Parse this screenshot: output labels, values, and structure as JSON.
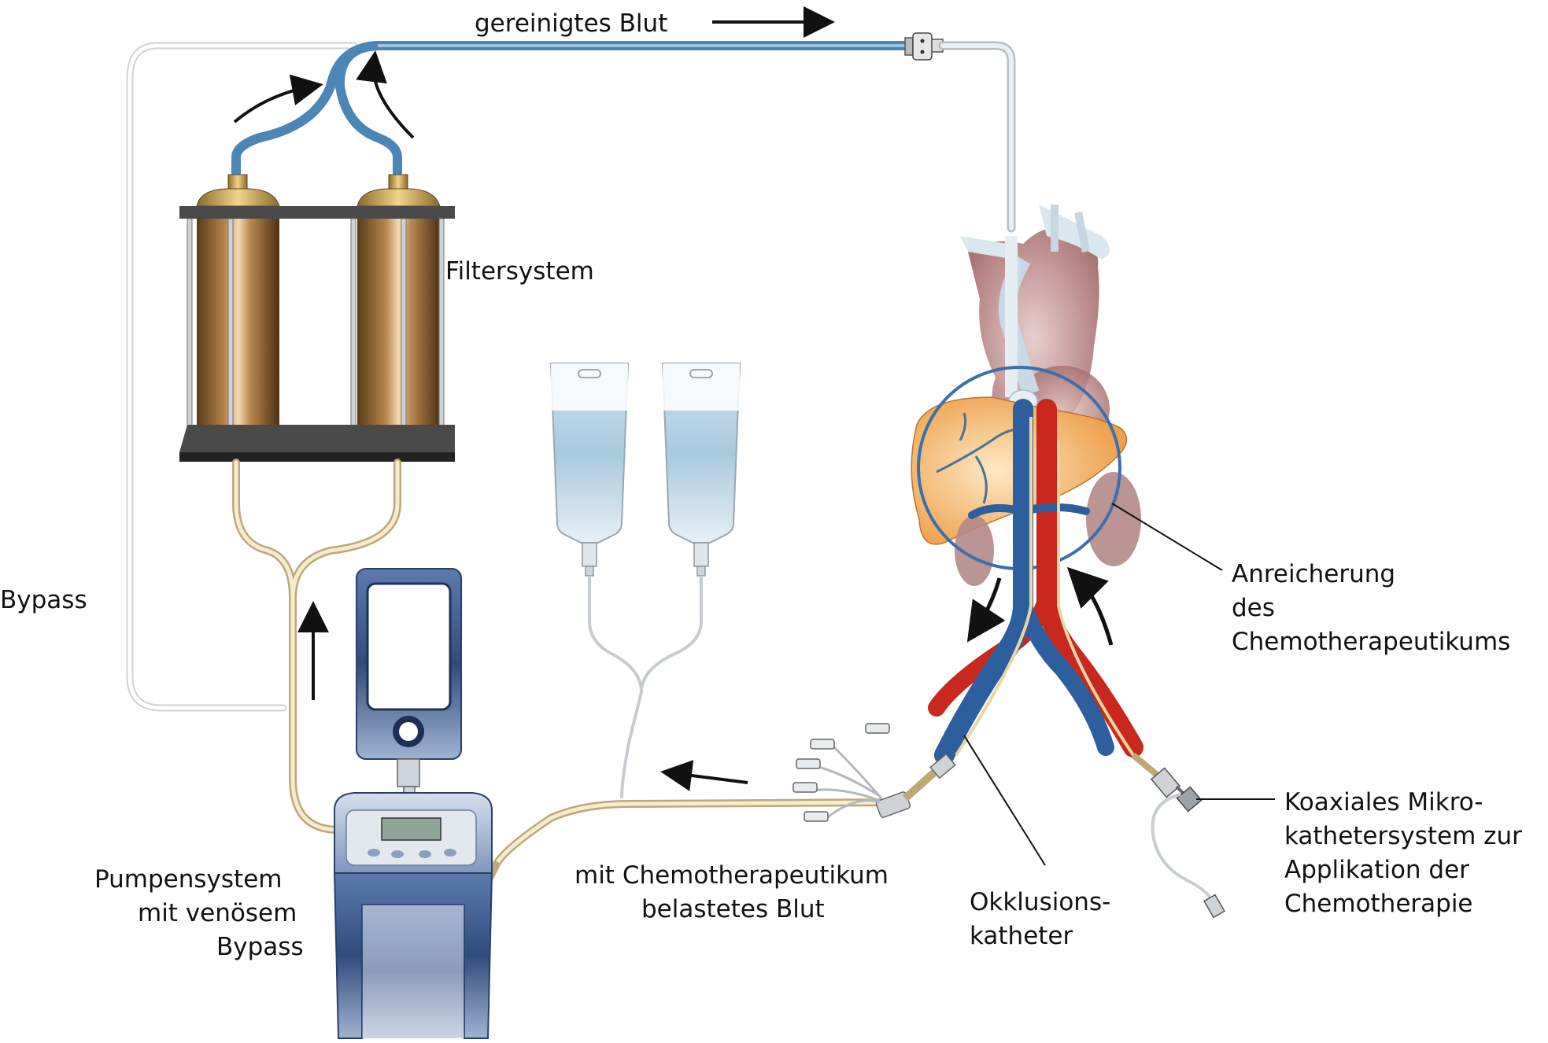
{
  "labels": {
    "purified_blood": "gereinigtes Blut",
    "filter_system": "Filtersystem",
    "bypass": "Bypass",
    "pump_system_line1": "Pumpensystem",
    "pump_system_line2": "mit venösem",
    "pump_system_line3": "Bypass",
    "loaded_blood_line1": "mit Chemotherapeutikum",
    "loaded_blood_line2": "belastetes Blut",
    "occlusion_line1": "Okklusions-",
    "occlusion_line2": "katheter",
    "enrichment_line1": "Anreicherung",
    "enrichment_line2": "des",
    "enrichment_line3": "Chemotherapeutikums",
    "microcatheter_line1": "Koaxiales Mikro-",
    "microcatheter_line2": "kathetersystem zur",
    "microcatheter_line3": "Applikation der",
    "microcatheter_line4": "Chemotherapie"
  },
  "colors": {
    "filtered_tube": "#4a86b8",
    "return_tube": "#dfe3e6",
    "loaded_tube": "#efe3c0",
    "filter_canister": "#8c6232",
    "artery": "#c8281e",
    "vein": "#2d5f9e",
    "liver": "#f2a54a",
    "heart": "#9b5a5a",
    "pump_body": "#3d5d8f",
    "focus_circle": "#3c6fae"
  }
}
